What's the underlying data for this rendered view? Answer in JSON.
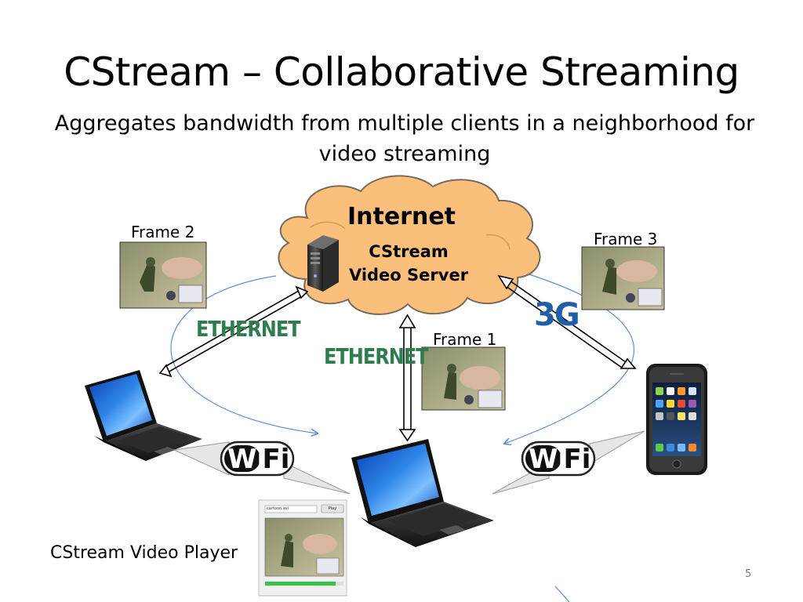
{
  "slide": {
    "title": "CStream – Collaborative Streaming",
    "subtitle": "Aggregates bandwidth from multiple clients in a neighborhood for video streaming",
    "page_number": "5"
  },
  "cloud": {
    "title": "Internet",
    "server_label": "CStream Video Server"
  },
  "frames": {
    "frame1": "Frame 1",
    "frame2": "Frame 2",
    "frame3": "Frame 3"
  },
  "links": {
    "ethernet_left": "ETHERNET",
    "ethernet_center": "ETHERNET",
    "mobile": "3G",
    "wifi_left_a": "Wi",
    "wifi_left_b": "Fi",
    "wifi_right_a": "Wi",
    "wifi_right_b": "Fi"
  },
  "player": {
    "label": "CStream Video Player",
    "file_name": "cartoon.avi",
    "play_button": "Play"
  },
  "colors": {
    "cloud_fill": "#fbbf7c",
    "ethernet_green": "#2e7d4f",
    "threeg_blue": "#1f5fa8",
    "flow_line": "#5b8fd1",
    "progress_green": "#37c24a"
  },
  "icons": {
    "server": "server-tower-icon",
    "laptop": "laptop-icon",
    "phone": "smartphone-icon"
  }
}
